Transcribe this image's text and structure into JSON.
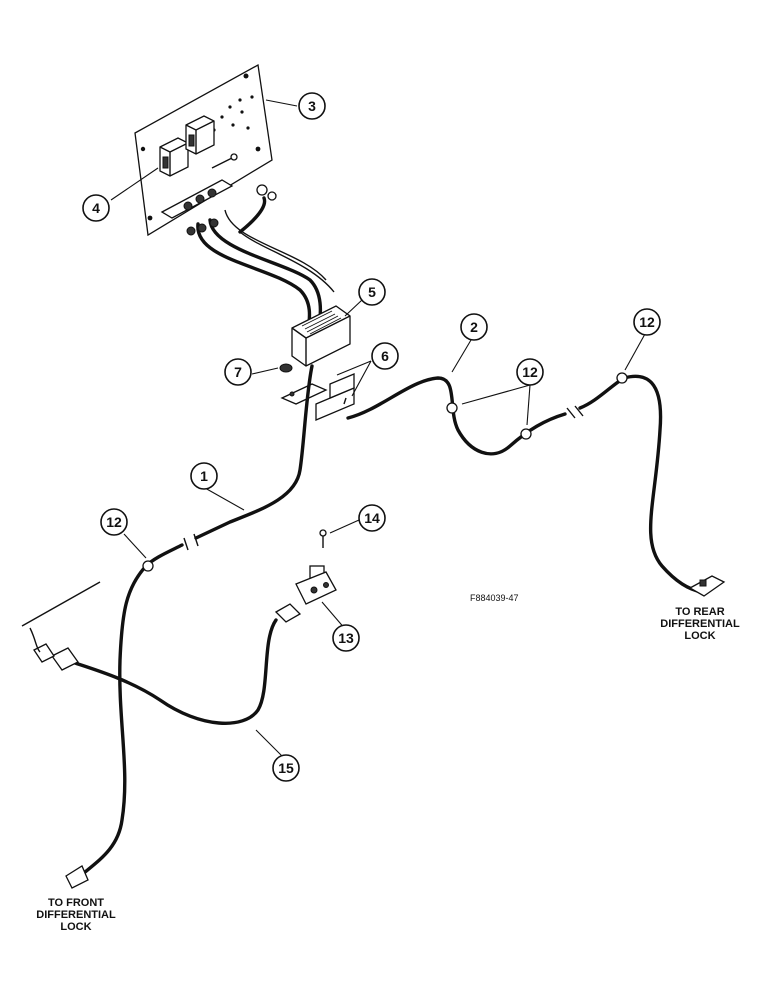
{
  "figure_id": "F884039-47",
  "labels": {
    "to_rear": "TO REAR\nDIFFERENTIAL\nLOCK",
    "to_front": "TO FRONT\nDIFFERENTIAL\nLOCK"
  },
  "callouts": {
    "c1": "1",
    "c2": "2",
    "c3": "3",
    "c4": "4",
    "c5": "5",
    "c6": "6",
    "c7": "7",
    "c12a": "12",
    "c12b": "12",
    "c12c": "12",
    "c13": "13",
    "c14": "14",
    "c15": "15"
  }
}
